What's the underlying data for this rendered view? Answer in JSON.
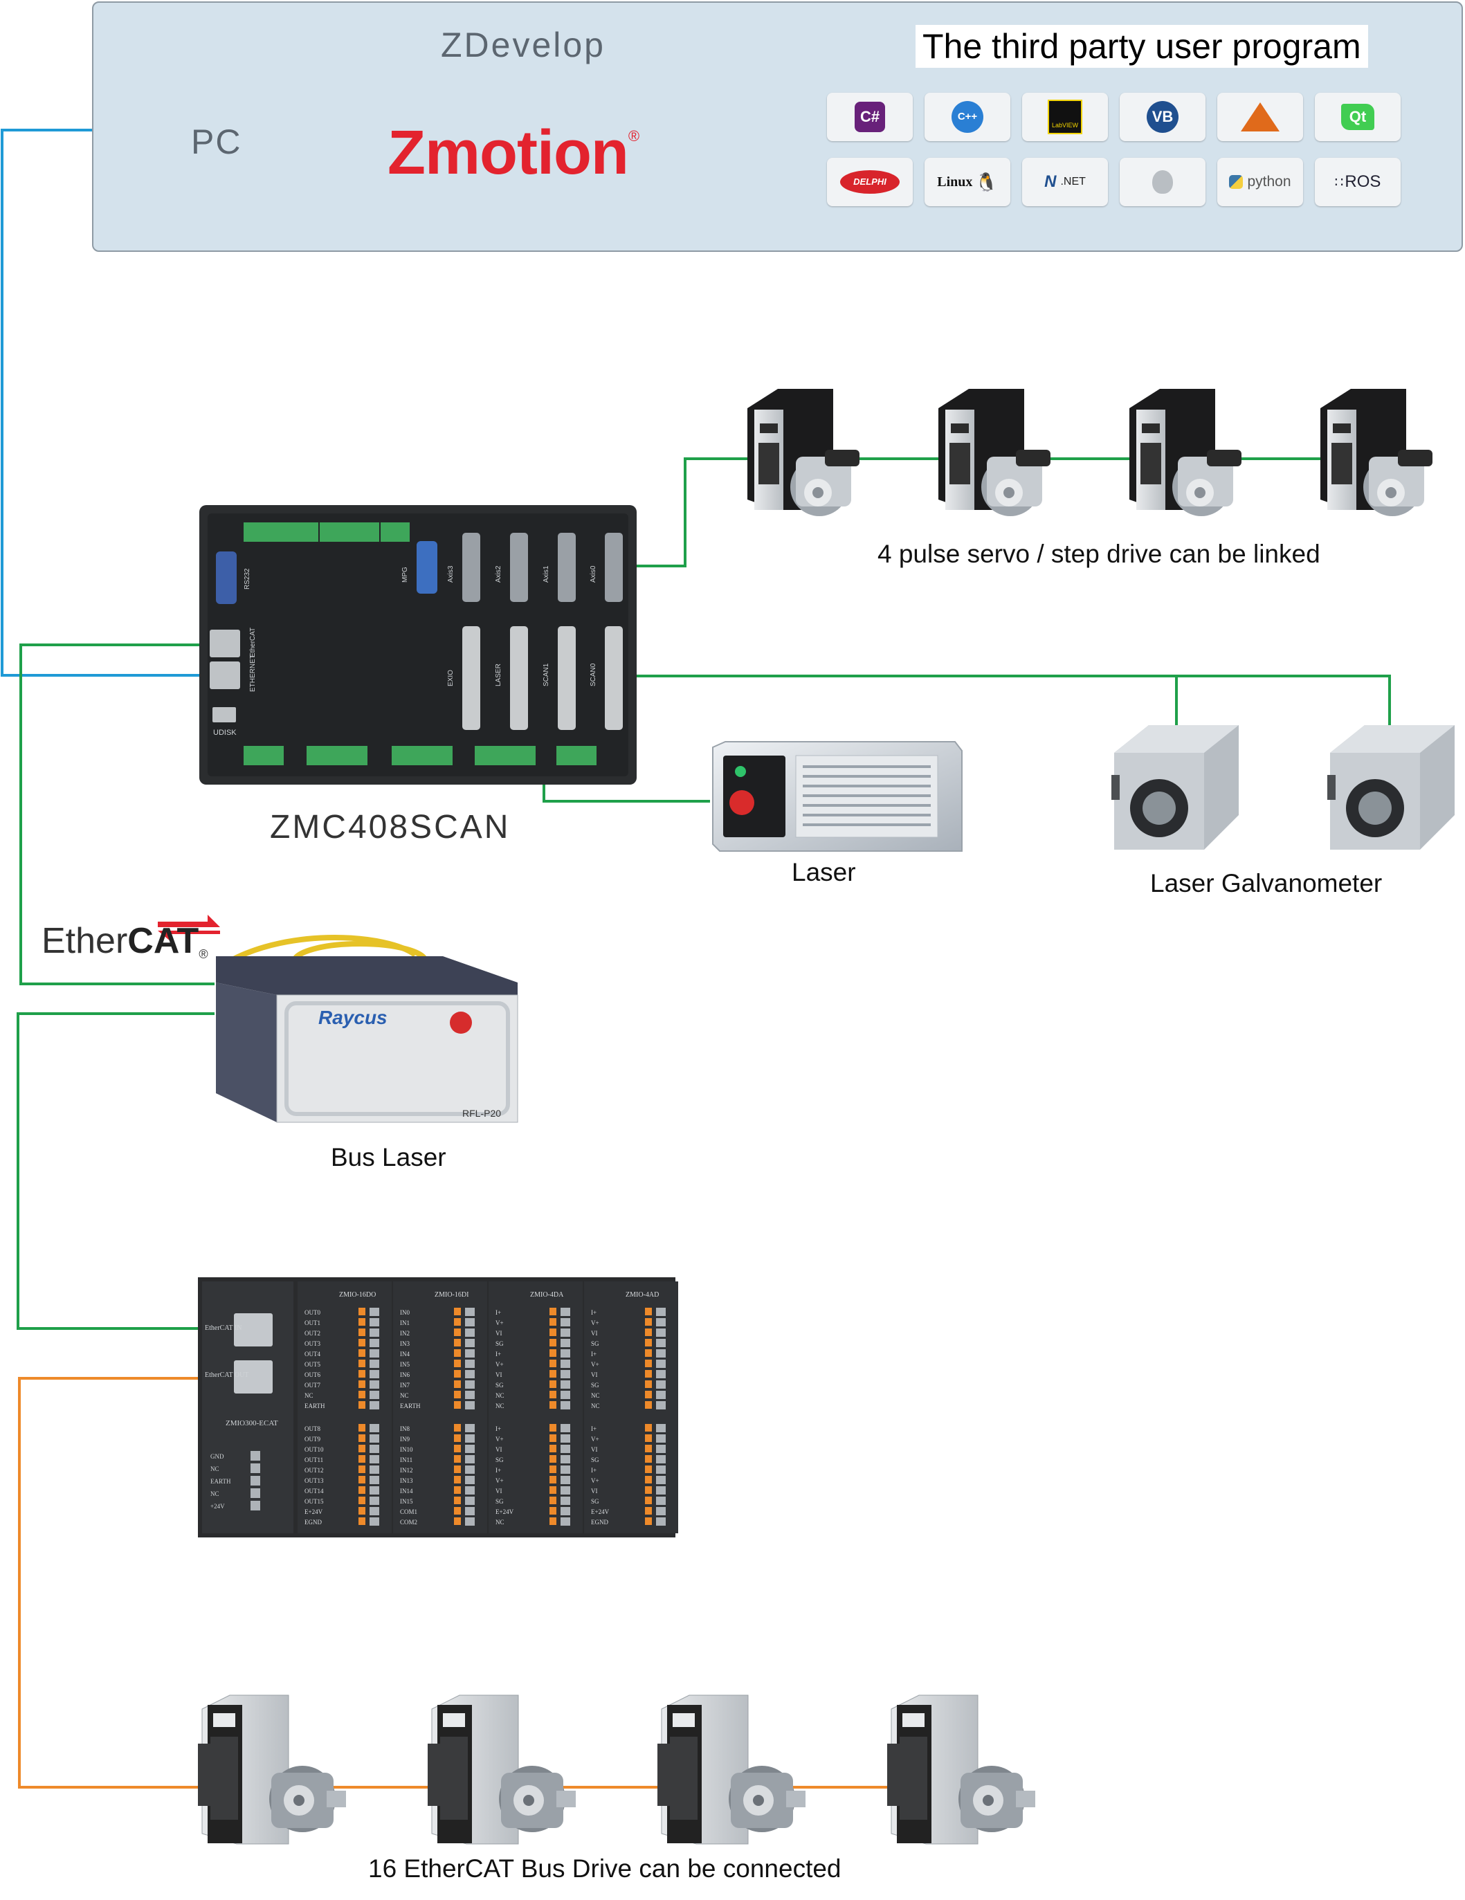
{
  "pc": {
    "label": "PC",
    "software": "ZDevelop",
    "brand": "Zmotion",
    "brand_mark": "®",
    "third_party_title": "The third party user program",
    "tools": [
      {
        "icon": "csharp-icon",
        "label": "C#"
      },
      {
        "icon": "cpp-icon",
        "label": "C++"
      },
      {
        "icon": "labview-icon",
        "label": "LabVIEW"
      },
      {
        "icon": "vb-icon",
        "label": "VB"
      },
      {
        "icon": "matlab-icon",
        "label": ""
      },
      {
        "icon": "qt-icon",
        "label": "Qt"
      },
      {
        "icon": "delphi-icon",
        "label": "DELPHI"
      },
      {
        "icon": "linux-icon",
        "label": "Linux"
      },
      {
        "icon": "dotnet-icon",
        "label": ".NET"
      },
      {
        "icon": "apple-icon",
        "label": ""
      },
      {
        "icon": "python-icon",
        "label": "python"
      },
      {
        "icon": "ros-icon",
        "label": "ROS"
      }
    ]
  },
  "controller": {
    "name": "ZMC408SCAN",
    "ports": {
      "rs232": "RS232",
      "mpg": "MPG",
      "axis3": "Axis3",
      "axis2": "Axis2",
      "axis1": "Axis1",
      "axis0": "Axis0",
      "exio": "EXIO",
      "laser": "LASER",
      "scan1": "SCAN1",
      "scan0": "SCAN0",
      "ethercat": "EtherCAT",
      "ethernet": "ETHERNET",
      "udisk": "UDISK"
    }
  },
  "captions": {
    "pulse_servo": "4 pulse servo / step drive can be linked",
    "laser": "Laser",
    "galvanometer": "Laser Galvanometer",
    "bus_laser": "Bus Laser",
    "bus_drive": "16 EtherCAT Bus Drive can be connected"
  },
  "ethercat_logo": {
    "prefix": "Ether",
    "bold": "CAT",
    "mark": "®"
  },
  "bus_laser_device": {
    "brand": "Raycus",
    "model": "RFL-P20"
  },
  "io_module": {
    "head": {
      "name": "ZMIO300-ECAT",
      "in_label": "EtherCAT IN",
      "out_label": "EtherCAT OUT",
      "power": [
        "GND",
        "NC",
        "EARTH",
        "NC",
        "+24V"
      ]
    },
    "slices": [
      {
        "title": "ZMIO-16DO",
        "top": [
          "OUT0",
          "OUT1",
          "OUT2",
          "OUT3",
          "OUT4",
          "OUT5",
          "OUT6",
          "OUT7",
          "NC",
          "EARTH"
        ],
        "bottom": [
          "OUT8",
          "OUT9",
          "OUT10",
          "OUT11",
          "OUT12",
          "OUT13",
          "OUT14",
          "OUT15",
          "E+24V",
          "EGND"
        ]
      },
      {
        "title": "ZMIO-16DI",
        "top": [
          "IN0",
          "IN1",
          "IN2",
          "IN3",
          "IN4",
          "IN5",
          "IN6",
          "IN7",
          "NC",
          "EARTH"
        ],
        "bottom": [
          "IN8",
          "IN9",
          "IN10",
          "IN11",
          "IN12",
          "IN13",
          "IN14",
          "IN15",
          "COM1",
          "COM2"
        ]
      },
      {
        "title": "ZMIO-4DA",
        "top": [
          "I+",
          "V+",
          "VI",
          "SG",
          "I+",
          "V+",
          "VI",
          "SG",
          "NC",
          "NC"
        ],
        "bottom": [
          "I+",
          "V+",
          "VI",
          "SG",
          "I+",
          "V+",
          "VI",
          "SG",
          "E+24V",
          "NC"
        ]
      },
      {
        "title": "ZMIO-4AD",
        "top": [
          "I+",
          "V+",
          "VI",
          "SG",
          "I+",
          "V+",
          "VI",
          "SG",
          "NC",
          "NC"
        ],
        "bottom": [
          "I+",
          "V+",
          "VI",
          "SG",
          "I+",
          "V+",
          "VI",
          "SG",
          "E+24V",
          "EGND"
        ]
      }
    ]
  },
  "colors": {
    "ethernet": "#1f9ad6",
    "pulse": "#1fa04a",
    "ethercat_chain": "#ee8a2a",
    "zmotion_red": "#e3232e",
    "panel_bg": "#d4e2ec"
  }
}
